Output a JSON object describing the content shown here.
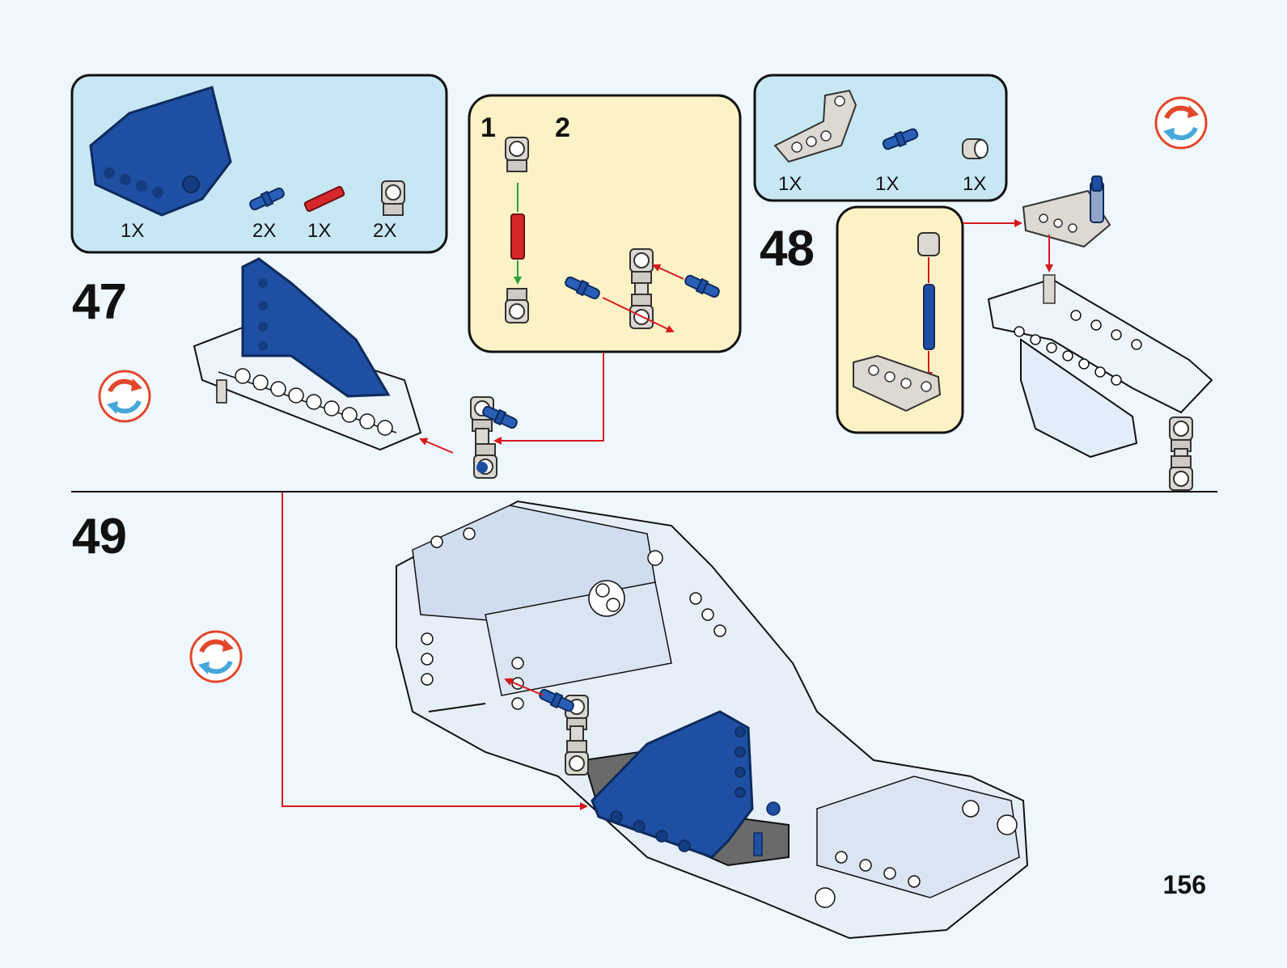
{
  "page": {
    "number": "156"
  },
  "colors": {
    "background": "#eef7fd",
    "parts_box": "#c8e7f5",
    "callout_box": "#fdf2c6",
    "part_blue": "#1e4fa3",
    "part_red": "#d7262b",
    "part_grey": "#dcd8d2",
    "arrow_red": "#d7191c",
    "arrow_green": "#27a33a",
    "rotate_icon": "#e2472a"
  },
  "steps": [
    {
      "number": "47",
      "parts": [
        {
          "name": "blue-panel",
          "qty": "1X"
        },
        {
          "name": "blue-pin",
          "qty": "2X"
        },
        {
          "name": "red-axle",
          "qty": "1X"
        },
        {
          "name": "grey-connector",
          "qty": "2X"
        }
      ]
    },
    {
      "number": "48",
      "parts": [
        {
          "name": "grey-l-beam",
          "qty": "1X"
        },
        {
          "name": "blue-axle-pin",
          "qty": "1X"
        },
        {
          "name": "grey-bush",
          "qty": "1X"
        }
      ]
    },
    {
      "number": "49"
    }
  ],
  "subassembly": {
    "labels": [
      "1",
      "2"
    ]
  },
  "icons": [
    "rotate-icon",
    "rotate-icon",
    "rotate-icon"
  ]
}
